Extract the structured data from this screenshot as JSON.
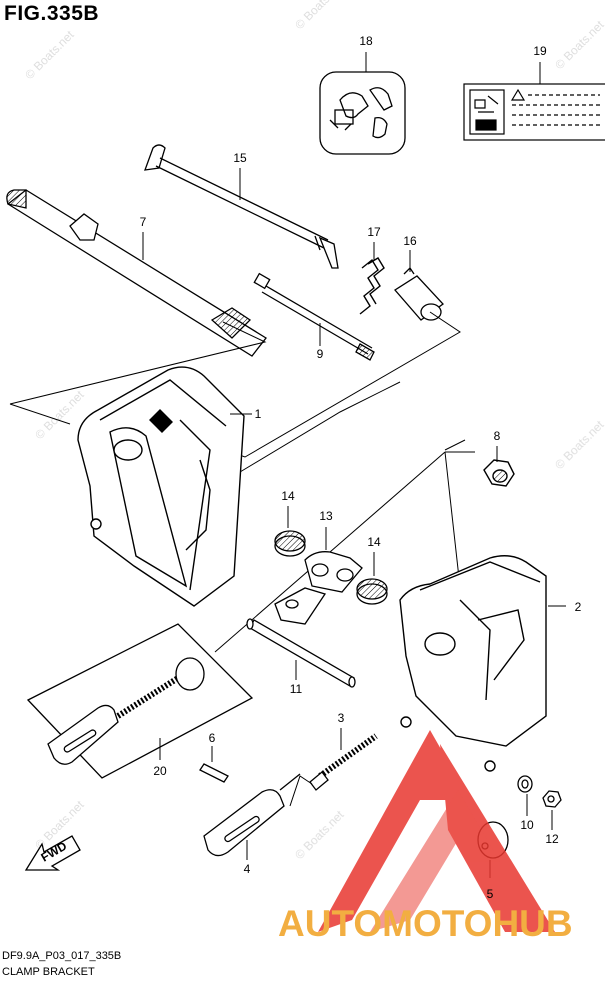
{
  "figure": {
    "title": "FIG.335B",
    "code": "DF9.9A_P03_017_335B",
    "name": "CLAMP BRACKET"
  },
  "watermark": {
    "text": "© Boats.net",
    "logo_text": "AUTOMOTOHUB",
    "logo_color": "#e8372f",
    "logo_text_color": "#f0a020"
  },
  "fwd_label": "FWD",
  "callouts": [
    "18",
    "19",
    "15",
    "7",
    "17",
    "16",
    "9",
    "1",
    "8",
    "14",
    "13",
    "14",
    "2",
    "11",
    "3",
    "6",
    "20",
    "10",
    "12",
    "4",
    "5"
  ]
}
